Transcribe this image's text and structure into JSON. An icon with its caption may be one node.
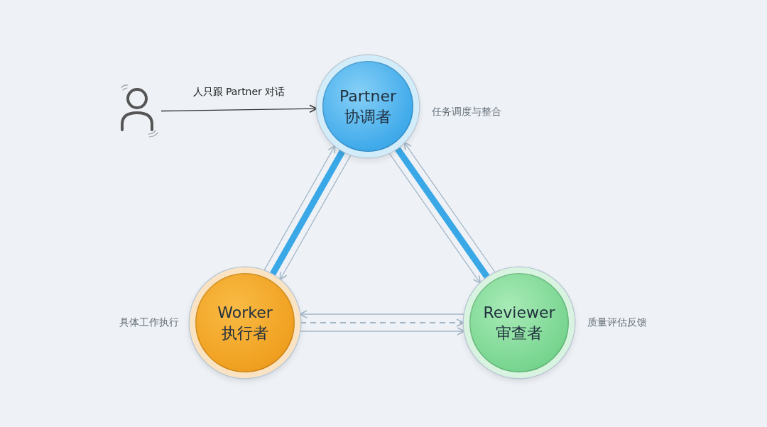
{
  "diagram": {
    "nodes": [
      {
        "text": [],
        "shape": "person"
      },
      {
        "text": [
          "Partner",
          "协调者"
        ],
        "beside": [
          "任务调度与整合"
        ]
      },
      {
        "text": [
          "Worker",
          "执行者"
        ],
        "beside": [
          "具体工作执行"
        ]
      },
      {
        "text": [
          "Reviewer",
          "审查者"
        ],
        "beside": [
          "质量评估反馈"
        ]
      }
    ],
    "edges": [
      {
        "from": 0,
        "to": 1,
        "arrow": "to",
        "label": "人只跟 Partner 对话",
        "color": "#333333"
      },
      {
        "from": 1,
        "to": 2,
        "arrow": "none",
        "style": "thick",
        "color": "#3aa8e6"
      },
      {
        "from": 2,
        "to": 1,
        "arrow": "to"
      },
      {
        "from": 1,
        "to": 2,
        "arrow": "to"
      },
      {
        "from": 1,
        "to": 3,
        "arrow": "none",
        "style": "thick",
        "color": "#3aa8e6"
      },
      {
        "from": 1,
        "to": 3,
        "arrow": "to"
      },
      {
        "from": 3,
        "to": 1,
        "arrow": "to"
      },
      {
        "from": 2,
        "to": 3,
        "arrow": "to",
        "style": "dashed"
      },
      {
        "from": 3,
        "to": 2,
        "arrow": "to"
      },
      {
        "from": 2,
        "to": 3,
        "arrow": "to"
      }
    ]
  }
}
